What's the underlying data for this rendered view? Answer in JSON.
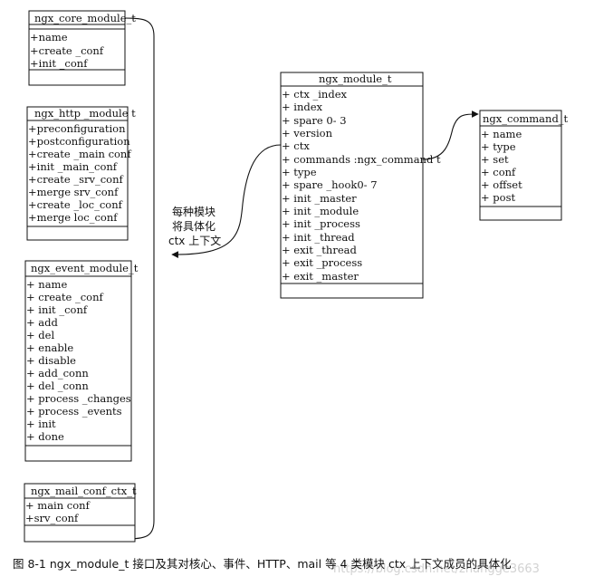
{
  "boxes": {
    "core": {
      "title": "ngx_core_module_t",
      "fields": [
        "+name",
        "+create _conf",
        "+init _conf"
      ]
    },
    "http": {
      "title": "ngx_http _module t",
      "fields": [
        "+preconfiguration",
        "+postconfiguration",
        "+create _main conf",
        "+init _main_conf",
        "+create _srv_conf",
        "+merge srv_conf",
        "+create _loc_conf",
        "+merge loc_conf"
      ]
    },
    "event": {
      "title": "ngx_event_module_t",
      "fields": [
        "+ name",
        "+ create _conf",
        "+ init _conf",
        "+ add",
        "+ del",
        "+ enable",
        "+ disable",
        "+ add_conn",
        "+ del _conn",
        "+ process _changes",
        "+ process _events",
        "+ init",
        "+ done"
      ]
    },
    "mail": {
      "title": "ngx_mail_conf_ctx_t",
      "fields": [
        "+ main conf",
        "+srv_conf"
      ]
    },
    "module": {
      "title": "ngx_module_t",
      "fields": [
        "+ ctx _index",
        "+ index",
        "+ spare 0- 3",
        "+ version",
        "+ ctx",
        "+ commands :ngx_command t",
        "+ type",
        "+ spare _hook0- 7",
        "+ init _master",
        "+ init _module",
        "+ init _process",
        "+ init _thread",
        "+ exit _thread",
        "+ exit _process",
        "+ exit _master"
      ]
    },
    "command": {
      "title": "ngx_command_t",
      "fields": [
        "+ name",
        "+ type",
        "+ set",
        "+ conf",
        "+ offset",
        "+ post"
      ]
    }
  },
  "note": [
    "每种模块",
    "将具体化",
    "ctx 上下文"
  ],
  "caption": "图 8-1   ngx_module_t 接口及其对核心、事件、HTTP、mail 等 4 类模块 ctx 上下文成员的具体化",
  "watermark": "https://blog.csdn.net/zhangge3663"
}
